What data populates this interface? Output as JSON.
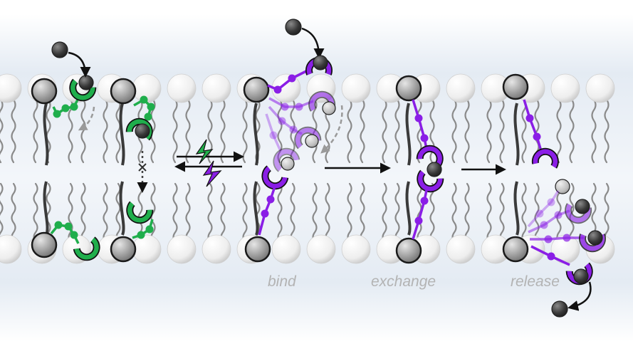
{
  "captions": {
    "bind": "bind",
    "exchange": "exchange",
    "release": "release"
  },
  "colors": {
    "background_band": "#dde5f0",
    "lipid_head": "#f4f4f4",
    "lipid_tail": "#8a8a8a",
    "anchor": "#9a9a9a",
    "ion": "#3a3a3a",
    "receptor_green": "#1fae4c",
    "receptor_purple": "#8a1ee6",
    "lightning_green": "#22b14c",
    "lightning_purple": "#8a1ee6",
    "arrow": "#111111",
    "caption_text": "#b3b3b3"
  },
  "icons": [
    "lipid-head-icon",
    "anchor-sphere-icon",
    "ion-sphere-icon",
    "receptor-clamp-icon",
    "lightning-bolt-icon",
    "reaction-arrow-icon"
  ]
}
